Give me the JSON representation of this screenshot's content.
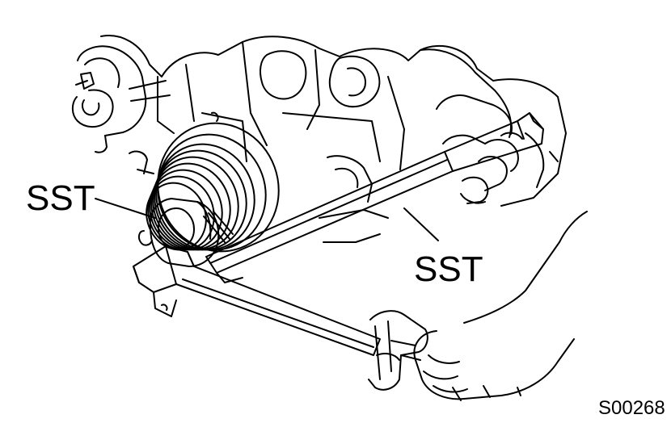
{
  "labels": {
    "left_tool": "SST",
    "right_tool": "SST",
    "figure_code": "S00268"
  },
  "colors": {
    "ink": "#000000",
    "paper": "#ffffff"
  }
}
